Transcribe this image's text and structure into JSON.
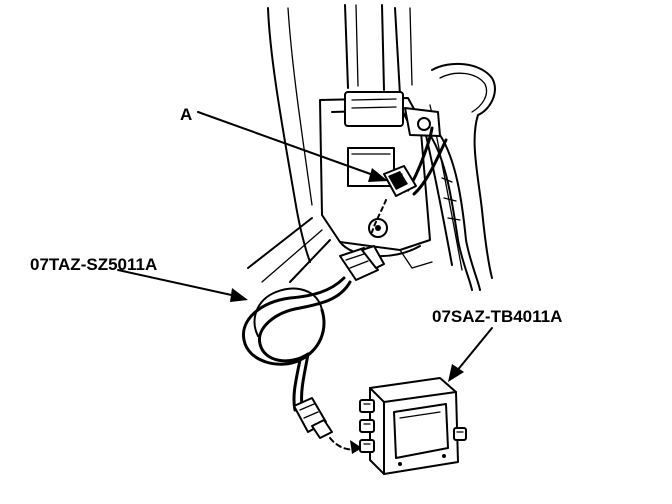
{
  "labels": {
    "part_a": "A",
    "harness_part_number": "07TAZ-SZ5011A",
    "box_part_number": "07SAZ-TB4011A"
  },
  "colors": {
    "line": "#000000",
    "background": "#ffffff"
  }
}
